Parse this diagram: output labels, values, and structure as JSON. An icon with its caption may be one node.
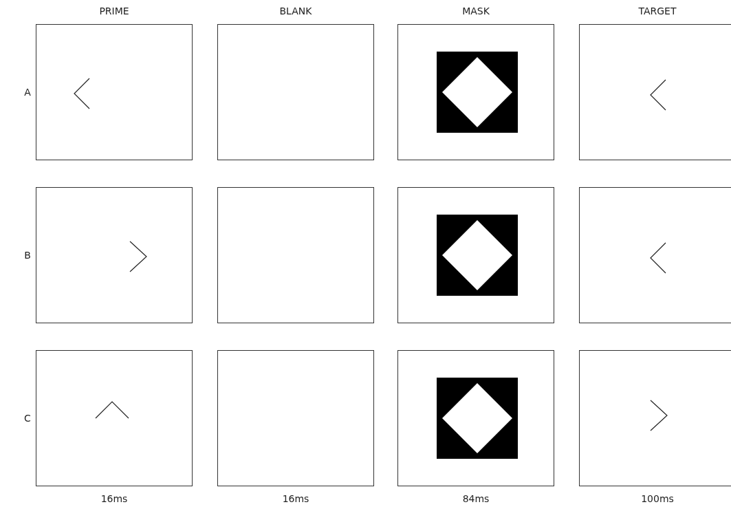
{
  "diagram": {
    "labels": [
      "PRIME",
      "BLANK",
      "MASK",
      "TARGET",
      "A",
      "B",
      "C",
      "16ms",
      "16ms",
      "84ms",
      "100ms"
    ]
  }
}
